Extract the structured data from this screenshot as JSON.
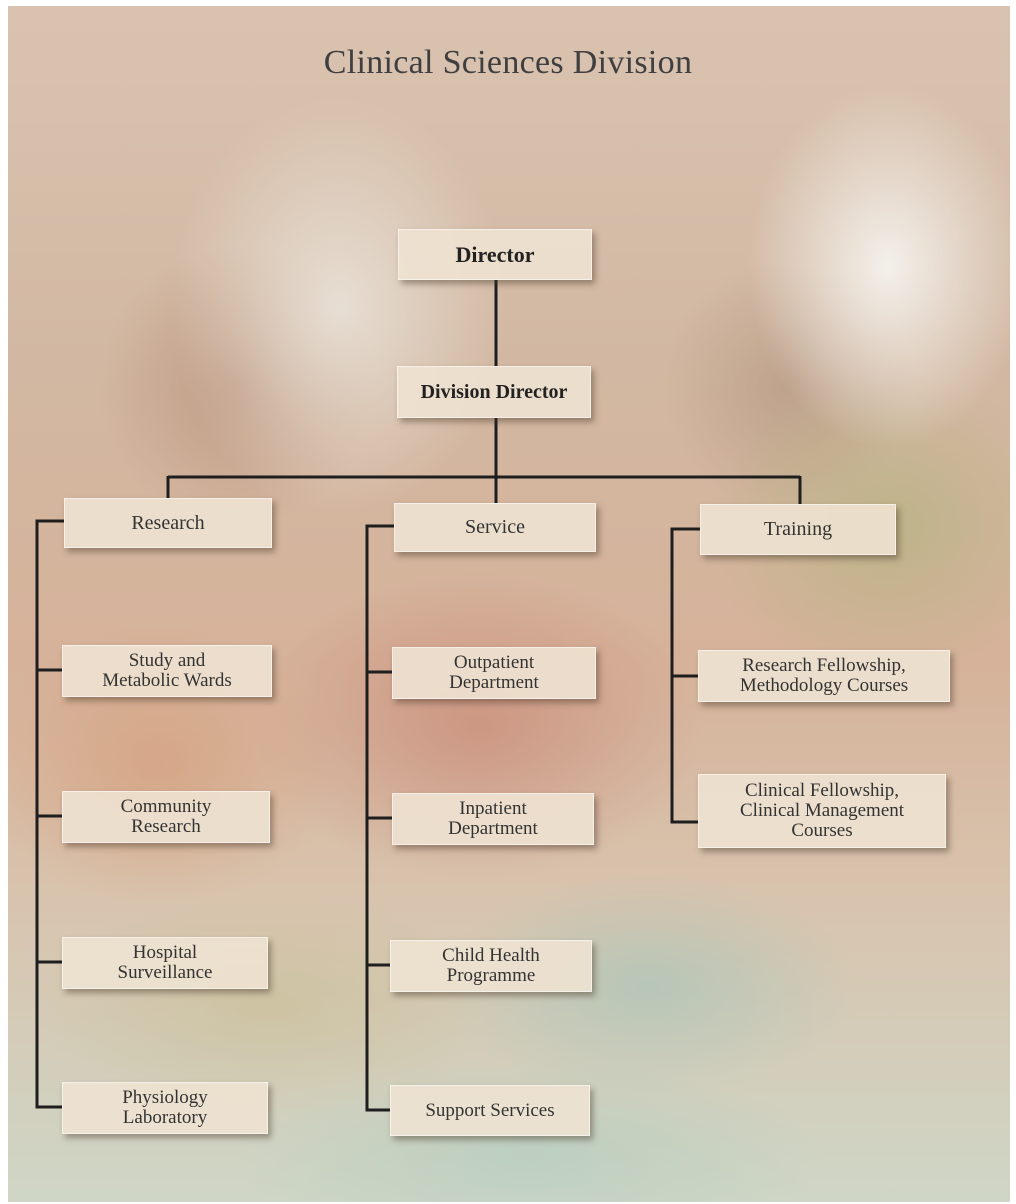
{
  "title": "Clinical Sciences Division",
  "top": {
    "director": "Director",
    "division_director": "Division Director"
  },
  "branches": {
    "research": {
      "label": "Research",
      "units": [
        "Study and\nMetabolic Wards",
        "Community\nResearch",
        "Hospital\nSurveillance",
        "Physiology\nLaboratory"
      ]
    },
    "service": {
      "label": "Service",
      "units": [
        "Outpatient\nDepartment",
        "Inpatient\nDepartment",
        "Child Health\nProgramme",
        "Support Services"
      ]
    },
    "training": {
      "label": "Training",
      "units": [
        "Research Fellowship,\nMethodology Courses",
        "Clinical Fellowship,\nClinical Management\nCourses"
      ]
    }
  },
  "colors": {
    "connector": "#1e1e1e",
    "box_fill": "#eee2d2",
    "text": "#333333"
  }
}
